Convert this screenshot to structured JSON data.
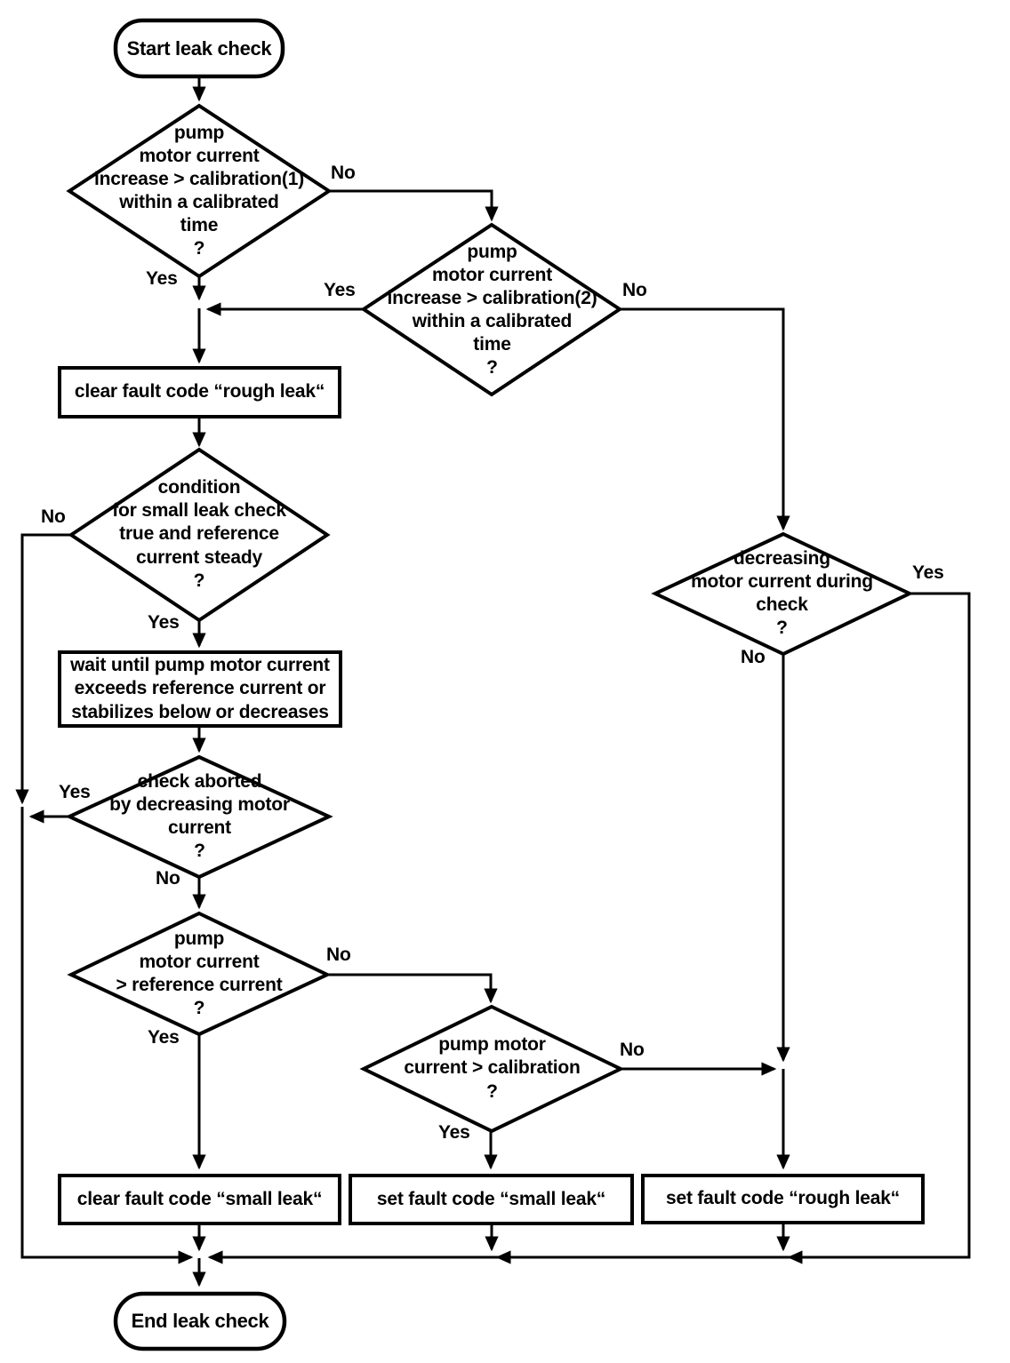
{
  "diagram": {
    "title": "Leak check flowchart",
    "background_color": "#ffffff",
    "line_color": "#000000",
    "nodes": {
      "start": {
        "type": "terminal",
        "label": "Start leak check"
      },
      "d1": {
        "type": "decision",
        "label": "pump\nmotor current\nincrease > calibration(1)\nwithin a calibrated\ntime\n?"
      },
      "d2": {
        "type": "decision",
        "label": "pump\nmotor current\nincrease > calibration(2)\nwithin a calibrated\ntime\n?"
      },
      "r1": {
        "type": "process",
        "label": "clear fault code “rough leak“"
      },
      "d3": {
        "type": "decision",
        "label": "condition\nfor small leak check\ntrue and reference\ncurrent steady\n?"
      },
      "r2": {
        "type": "process",
        "label": "wait until pump motor current\nexceeds reference current or\nstabilizes below or decreases"
      },
      "d4": {
        "type": "decision",
        "label": "check aborted\nby decreasing motor\ncurrent\n?"
      },
      "d5": {
        "type": "decision",
        "label": "pump\nmotor current\n> reference current\n?"
      },
      "d6": {
        "type": "decision",
        "label": "pump motor\ncurrent > calibration\n?"
      },
      "d7": {
        "type": "decision",
        "label": "decreasing\nmotor current during\ncheck\n?"
      },
      "r3": {
        "type": "process",
        "label": "clear fault code “small leak“"
      },
      "r4": {
        "type": "process",
        "label": "set fault code “small leak“"
      },
      "r5": {
        "type": "process",
        "label": "set fault code “rough leak“"
      },
      "end": {
        "type": "terminal",
        "label": "End leak check"
      }
    },
    "edge_labels": {
      "d1_yes": "Yes",
      "d1_no": "No",
      "d2_yes": "Yes",
      "d2_no": "No",
      "d3_yes": "Yes",
      "d3_no": "No",
      "d4_yes": "Yes",
      "d4_no": "No",
      "d5_yes": "Yes",
      "d5_no": "No",
      "d6_yes": "Yes",
      "d6_no": "No",
      "d7_yes": "Yes",
      "d7_no": "No"
    }
  }
}
